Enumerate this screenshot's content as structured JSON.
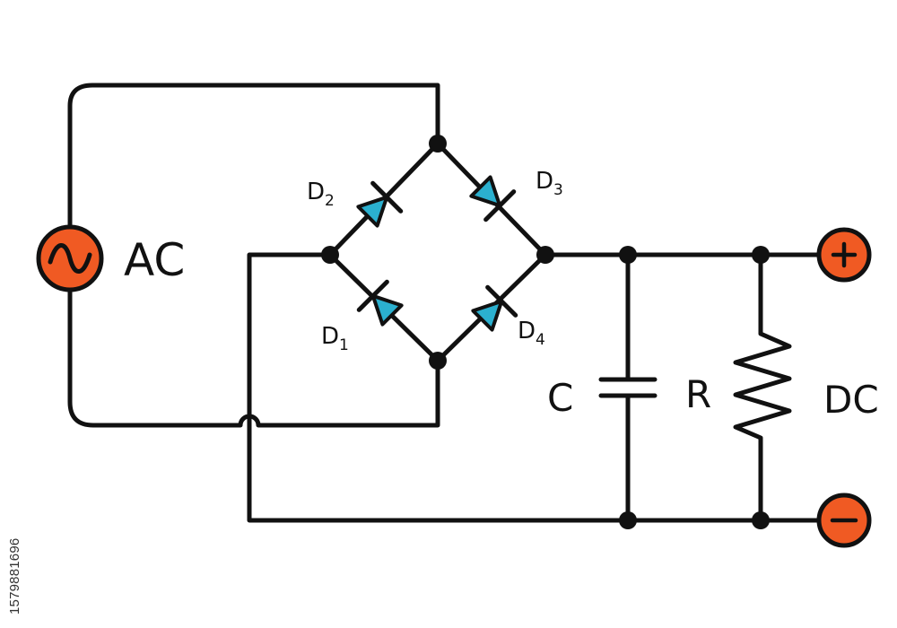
{
  "colors": {
    "line": "#111111",
    "diode_fill": "#2bb0cf",
    "source_fill": "#f05a23",
    "terminal_fill": "#f05a23",
    "background": "#ffffff"
  },
  "source": {
    "label": "AC",
    "icon": "sine-wave-icon"
  },
  "diodes": [
    {
      "id": "d1",
      "label": "D",
      "subscript": "1"
    },
    {
      "id": "d2",
      "label": "D",
      "subscript": "2"
    },
    {
      "id": "d3",
      "label": "D",
      "subscript": "3"
    },
    {
      "id": "d4",
      "label": "D",
      "subscript": "4"
    }
  ],
  "capacitor": {
    "label": "C"
  },
  "resistor": {
    "label": "R"
  },
  "output": {
    "label": "DC",
    "positive_symbol": "+",
    "negative_symbol": "−"
  },
  "watermark": {
    "id_text": "1579881696"
  }
}
